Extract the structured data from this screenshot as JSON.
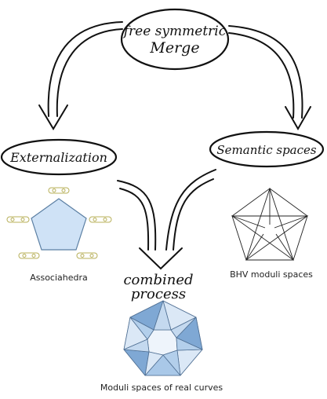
{
  "nodes": {
    "merge": {
      "line1": "free symmetric",
      "line2": "Merge"
    },
    "externalization": {
      "label": "Externalization"
    },
    "semantic": {
      "label": "Semantic spaces"
    },
    "combined": {
      "line1": "combined",
      "line2": "process"
    }
  },
  "captions": {
    "associahedra": "Associahedra",
    "bhv": "BHV moduli spaces",
    "moduli": "Moduli spaces of real curves"
  },
  "colors": {
    "ink": "#111111",
    "pentagon_fill": "#cfe2f6",
    "pentagon_stroke": "#5b7fa3",
    "tree_icon": "#b8b05a",
    "dodeca_light": "#dbe8f6",
    "dodeca_mid": "#a9c8e8",
    "dodeca_dark": "#7fa8d4"
  }
}
